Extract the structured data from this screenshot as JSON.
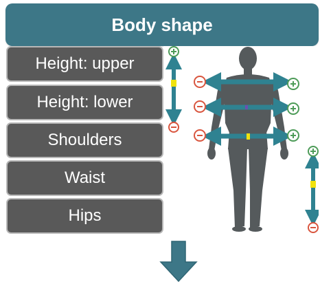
{
  "header": {
    "title": "Body shape"
  },
  "measurements": [
    {
      "label": "Height: upper"
    },
    {
      "label": "Height: lower"
    },
    {
      "label": "Shoulders"
    },
    {
      "label": "Waist"
    },
    {
      "label": "Hips"
    }
  ],
  "colors": {
    "header_bg": "#3d7787",
    "button_bg": "#595959",
    "arrow_teal": "#2f8291",
    "plus_green": "#4d9b58",
    "minus_red": "#d9553e",
    "marker_yellow": "#f0e20f",
    "silhouette": "#555a5c"
  },
  "icons": [
    "plus-icon",
    "minus-icon",
    "double-arrow-icon",
    "down-arrow-icon",
    "human-silhouette"
  ]
}
